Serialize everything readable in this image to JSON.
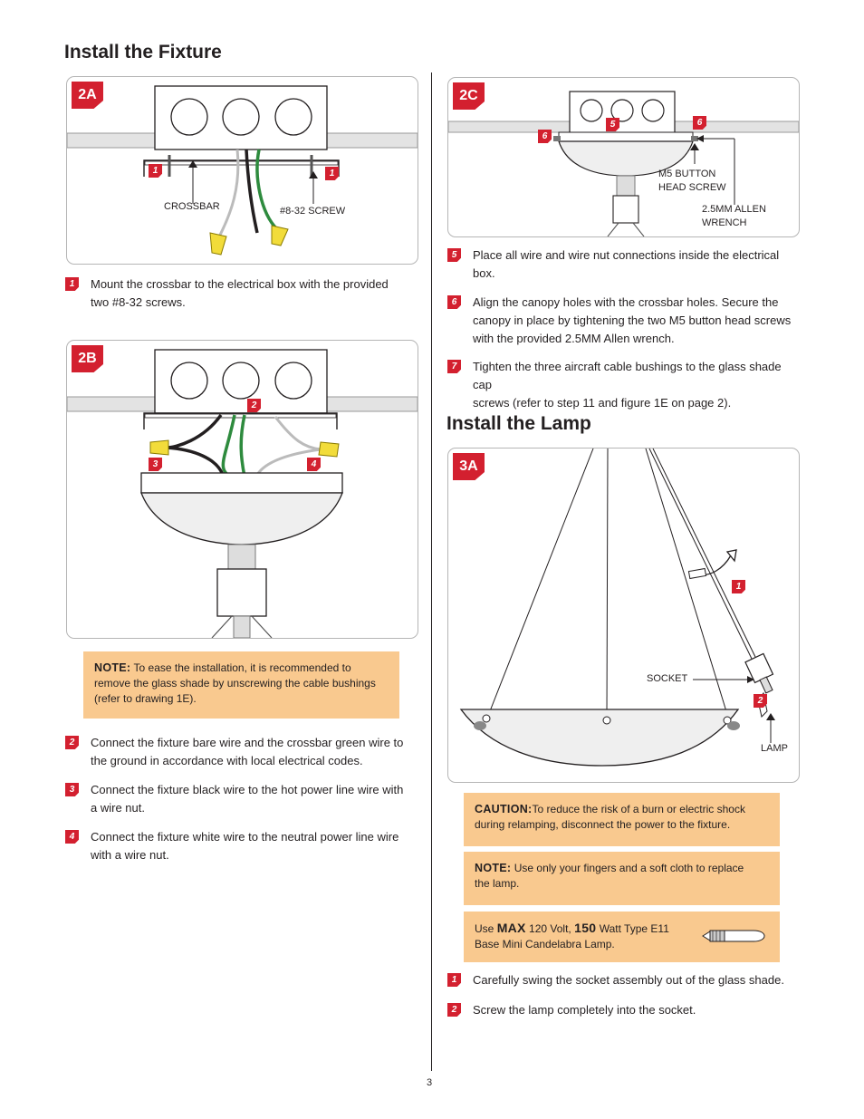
{
  "page": {
    "number": "3"
  },
  "sections": {
    "fixture_title": "Install the Fixture",
    "lamp_title": "Install the Lamp"
  },
  "figures": {
    "fig2a": {
      "tag": "2A",
      "markers": [
        "1",
        "1"
      ],
      "labels": {
        "crossbar": "CROSSBAR",
        "screw": "#8-32 SCREW"
      }
    },
    "fig2b": {
      "tag": "2B",
      "markers": [
        "2",
        "3",
        "4"
      ]
    },
    "fig2c": {
      "tag": "2C",
      "markers": [
        "6",
        "5",
        "6"
      ],
      "labels": {
        "button_screw_l1": "M5 BUTTON",
        "button_screw_l2": "HEAD SCREW",
        "allen_l1": "2.5MM ALLEN",
        "allen_l2": "WRENCH"
      }
    },
    "fig3a": {
      "tag": "3A",
      "markers": [
        "1",
        "2"
      ],
      "labels": {
        "socket": "SOCKET",
        "lamp": "LAMP"
      }
    }
  },
  "steps_left": [
    {
      "marker": "1",
      "lines": [
        "Mount the crossbar to the electrical box with the provided",
        "two #8-32 screws."
      ]
    },
    {
      "marker": "2",
      "lines": [
        "Connect the fixture bare wire and the crossbar green wire to",
        "the ground in accordance with local electrical codes."
      ]
    },
    {
      "marker": "3",
      "lines": [
        "Connect the fixture black wire to the hot power line wire with",
        "a wire nut."
      ]
    },
    {
      "marker": "4",
      "lines": [
        "Connect the fixture white wire to the neutral power line wire",
        "with a wire nut."
      ]
    }
  ],
  "note_left": {
    "label": "NOTE:",
    "line1": "To ease the installation, it is recommended to",
    "line2": "remove the glass shade by unscrewing the cable bushings",
    "line3": "(refer to drawing 1E)."
  },
  "steps_right": [
    {
      "marker": "5",
      "lines": [
        "Place all wire and wire nut connections inside the electrical",
        "box."
      ]
    },
    {
      "marker": "6",
      "lines": [
        "Align the canopy holes with the crossbar holes. Secure the",
        "canopy in place by tightening the two M5 button head screws",
        "with the provided 2.5MM Allen wrench."
      ]
    },
    {
      "marker": "7",
      "lines": [
        "Tighten the three aircraft cable bushings to the glass shade cap",
        "screws (refer to step 11 and figure 1E on page 2)."
      ]
    }
  ],
  "caution": {
    "label": "CAUTION:",
    "line1": "To reduce the risk of a burn or electric shock",
    "line2": "during relamping, disconnect the power to the fixture."
  },
  "note_right": {
    "label": "NOTE:",
    "line1": "Use only your fingers and a soft cloth to replace",
    "line2": "the lamp."
  },
  "lamp_spec": {
    "use": "Use",
    "max": "MAX",
    "volt": "120 Volt,",
    "watt": "150",
    "type": "Watt Type E11",
    "line2": "Base Mini Candelabra Lamp."
  },
  "steps_lamp": [
    {
      "marker": "1",
      "lines": [
        "Carefully swing the socket assembly out of the glass shade."
      ]
    },
    {
      "marker": "2",
      "lines": [
        "Screw the lamp completely into the socket."
      ]
    }
  ],
  "colors": {
    "marker_red": "#d3202f",
    "note_bg": "#f9c98f",
    "wire_green": "#2e8b3e",
    "wire_nut_yellow": "#f2dc3a"
  }
}
